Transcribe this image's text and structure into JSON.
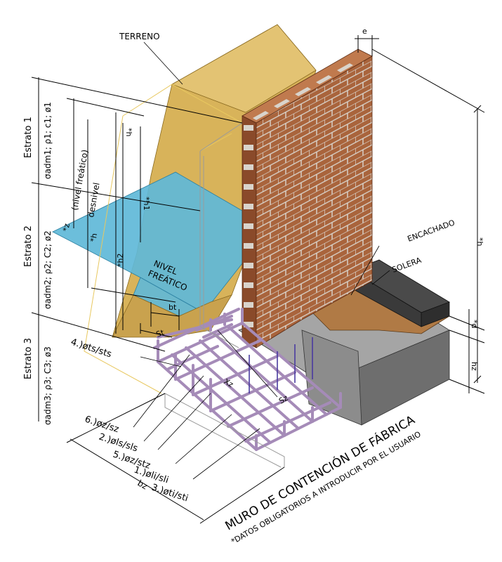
{
  "labels": {
    "terreno": "TERRENO",
    "encachado": "ENCACHADO",
    "solera": "SOLERA",
    "nivel": "NIVEL",
    "freatico": "FREÁTICO",
    "nivel_freatico": "(nivel freático)",
    "desnivel": "desnivel",
    "e": "e",
    "h": "*h",
    "h_star": "*h",
    "h1": "*h1",
    "h2": "*h2",
    "z": "*z",
    "d": "*d",
    "hz": "hz",
    "bt": "bt",
    "st": "St",
    "bz": "bz",
    "xz": "Xz",
    "sz": "Sz",
    "estrato1": "Estrato 1",
    "estrato2": "Estrato 2",
    "estrato3": "Estrato 3",
    "params1": "σadm1; ρ1; c1; ø1",
    "params2": "σadm2; ρ2; C2; ø2",
    "params3": "σadm3; ρ3; C3; ø3",
    "r4": "4.)øts/sts",
    "r6": "6.)øz/sz",
    "r2": "2.)øls/sls",
    "r5": "5.)øz/stz",
    "r1": "1.)øli/sli",
    "r3": "3.)øti/sti",
    "title": "MURO DE CONTENCIÓN DE FÁBRICA",
    "subtitle": "*DATOS OBLIGATORIOS A INTRODUCIR POR EL USUARIO"
  },
  "colors": {
    "terrain": "#d8b35a",
    "terrain_dark": "#c19a44",
    "water": "#5fb8d8",
    "brick": "#a9643c",
    "brick_side": "#8a4a2a",
    "mortar": "#d9d4cc",
    "concrete_top": "#a5a5a5",
    "concrete_front": "#6e6e6e",
    "concrete_side": "#8c8c8c",
    "solera": "#3a3a3a",
    "encachado": "#b07a45",
    "rebar": "#a58bb8"
  }
}
